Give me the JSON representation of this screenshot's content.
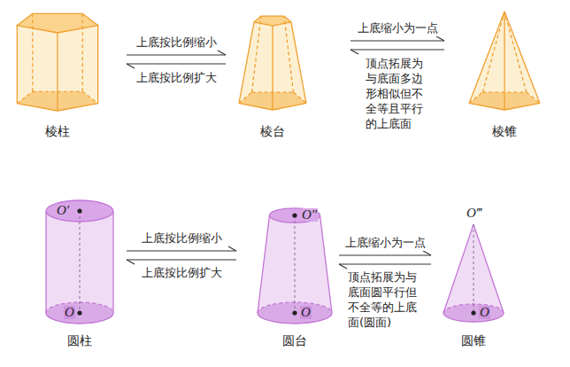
{
  "diagram": {
    "nodes": [
      {
        "text": [
          "棱柱"
        ]
      },
      {
        "text": [
          "棱台"
        ]
      },
      {
        "text": [
          "棱锥"
        ]
      },
      {
        "text": [
          "圆柱"
        ]
      },
      {
        "text": [
          "圆台"
        ]
      },
      {
        "text": [
          "圆锥"
        ]
      }
    ],
    "edges": [
      {
        "from": 0,
        "to": 1,
        "arrow": "to",
        "label": "上底按比例缩小"
      },
      {
        "from": 1,
        "to": 0,
        "arrow": "to",
        "label": "上底按比例扩大"
      },
      {
        "from": 1,
        "to": 2,
        "arrow": "to",
        "label": "上底缩小为一点"
      },
      {
        "from": 2,
        "to": 1,
        "arrow": "to",
        "label": "顶点拓展为与底面多边形相似但不全等且平行的上底面"
      },
      {
        "from": 3,
        "to": 4,
        "arrow": "to",
        "label": "上底按比例缩小"
      },
      {
        "from": 4,
        "to": 3,
        "arrow": "to",
        "label": "上底按比例扩大"
      },
      {
        "from": 4,
        "to": 5,
        "arrow": "to",
        "label": "上底缩小为一点"
      },
      {
        "from": 5,
        "to": 4,
        "arrow": "to",
        "label": "顶点拓展为与底面圆平行但不全等的上底面(圆面)"
      }
    ],
    "labels": [
      "O′",
      "O″",
      "O‴",
      "O",
      "O",
      "O"
    ]
  }
}
